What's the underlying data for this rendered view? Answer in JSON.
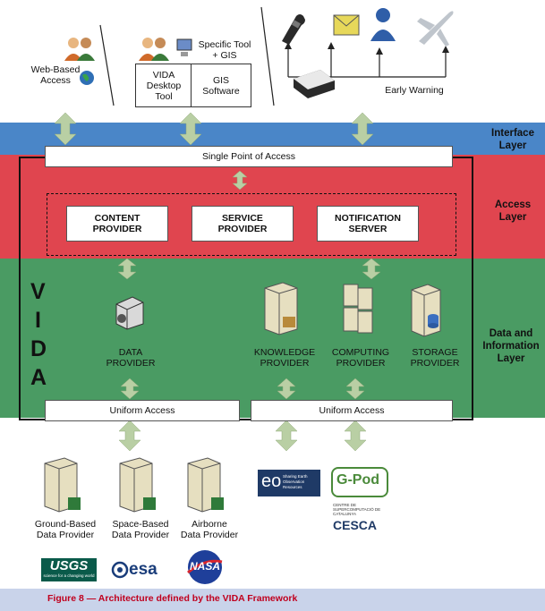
{
  "top": {
    "web_based_access": "Web-Based\nAccess",
    "specific_tool": "Specific Tool\n+ GIS",
    "vida_desktop_tool": "VIDA\nDesktop\nTool",
    "gis_software": "GIS\nSoftware",
    "early_warning": "Early Warning"
  },
  "layers": {
    "interface": "Interface\nLayer",
    "access": "Access\nLayer",
    "data_info": "Data and\nInformation\nLayer"
  },
  "single_point": "Single Point of Access",
  "access_boxes": [
    "CONTENT\nPROVIDER",
    "SERVICE\nPROVIDER",
    "NOTIFICATION\nSERVER"
  ],
  "vida_letters": [
    "V",
    "I",
    "D",
    "A"
  ],
  "providers": {
    "data": "DATA\nPROVIDER",
    "knowledge": "KNOWLEDGE\nPROVIDER",
    "computing": "COMPUTING\nPROVIDER",
    "storage": "STORAGE\nPROVIDER"
  },
  "uniform_access": [
    "Uniform Access",
    "Uniform Access"
  ],
  "data_providers": [
    "Ground-Based\nData Provider",
    "Space-Based\nData Provider",
    "Airborne\nData Provider"
  ],
  "logos": {
    "usgs": "USGS",
    "usgs_tag": "science for a changing world",
    "esa": "esa",
    "nasa": "NASA",
    "eo": "eo",
    "eo_tag": "Sharing Earth Observation Resources",
    "gpod": "G-Pod",
    "cesca_tag": "CENTRE DE SUPERCOMPUTACIÓ DE CATALUNYA",
    "cesca": "CESCA"
  },
  "caption": "Figure 8 — Architecture defined by the VIDA Framework",
  "colors": {
    "interface": "#4a86c8",
    "access": "#e0454f",
    "data": "#4a9b63",
    "arrow": "#b9cfa4"
  }
}
